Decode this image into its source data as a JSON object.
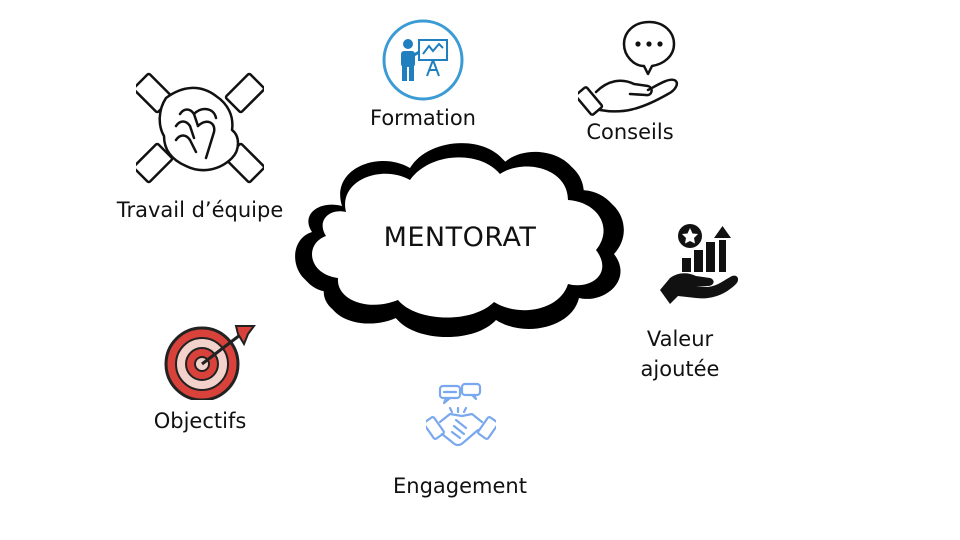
{
  "center": {
    "title": "MENTORAT"
  },
  "nodes": [
    {
      "id": "formation",
      "label": "Formation",
      "icon": "teacher-presentation-icon"
    },
    {
      "id": "conseils",
      "label": "Conseils",
      "icon": "advice-hand-speech-bubble-icon"
    },
    {
      "id": "travail",
      "label": "Travail d’équipe",
      "icon": "teamwork-hands-icon"
    },
    {
      "id": "valeur",
      "label_line1": "Valeur",
      "label_line2": "ajoutée",
      "icon": "value-growth-hand-icon"
    },
    {
      "id": "objectifs",
      "label": "Objectifs",
      "icon": "target-arrow-icon"
    },
    {
      "id": "engagement",
      "label": "Engagement",
      "icon": "handshake-chat-icon"
    }
  ],
  "colors": {
    "formation_ring": "#3a9bd5",
    "formation_icon": "#1f7fbf",
    "target_red": "#d9423a",
    "target_ring_light": "#f3d2cb",
    "handshake_blue": "#7aa8ef",
    "outline": "#111111"
  }
}
